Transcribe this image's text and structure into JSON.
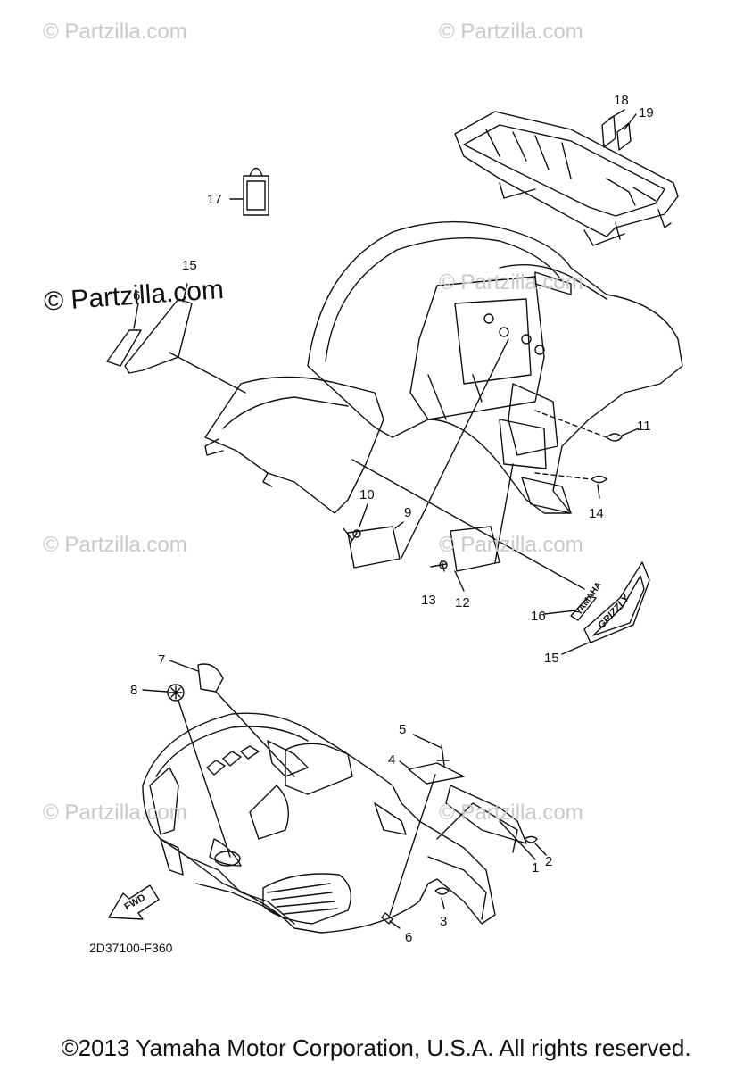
{
  "watermarks": {
    "w1": "© Partzilla.com",
    "w2": "© Partzilla.com",
    "w3": "© Partzilla.com",
    "w4": "© Partzilla.com",
    "w5": "© Partzilla.com",
    "w6": "© Partzilla.com",
    "w7": "© Partzilla.com",
    "strong": "© Partzilla.com"
  },
  "callouts": {
    "c1": "1",
    "c2": "2",
    "c3": "3",
    "c4": "4",
    "c5": "5",
    "c6": "6",
    "c6b": "6",
    "c7": "7",
    "c8": "8",
    "c9": "9",
    "c10": "10",
    "c11": "11",
    "c12": "12",
    "c13": "13",
    "c14": "14",
    "c15a": "15",
    "c15b": "15",
    "c16": "16",
    "c17": "17",
    "c18": "18",
    "c19": "19"
  },
  "emblem_text": {
    "yamaha": "YAMAHA",
    "grizzly": "GRIZZLY",
    "fwd": "FWD"
  },
  "diagram_code": "2D37100-F360",
  "copyright": "©2013 Yamaha Motor Corporation, U.S.A. All rights reserved."
}
